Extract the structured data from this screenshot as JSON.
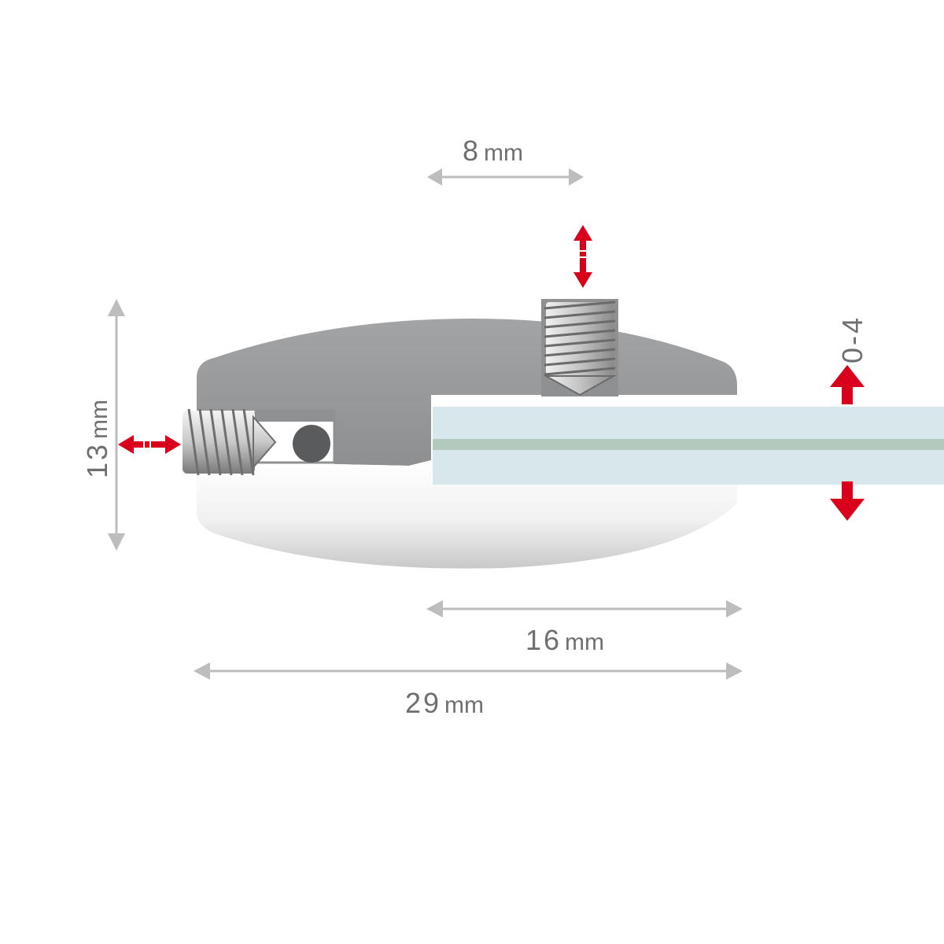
{
  "dimensions": {
    "width_8": {
      "value": "8",
      "unit": "mm"
    },
    "height_13": {
      "value": "13",
      "unit": "mm"
    },
    "depth_16": {
      "value": "16",
      "unit": "mm"
    },
    "length_29": {
      "value": "29",
      "unit": "mm"
    },
    "glass_range": {
      "value": "0-4",
      "unit": ""
    }
  },
  "colors": {
    "dimension_line": "#bdbdbd",
    "arrow_red": "#d9001b",
    "clamp_top": "#9a9b9d",
    "clamp_bottom": "#f2f2f2",
    "glass": "#d7e6ea",
    "glass_interlayer": "#b3c8bb",
    "screw": "#d9d9d9"
  }
}
